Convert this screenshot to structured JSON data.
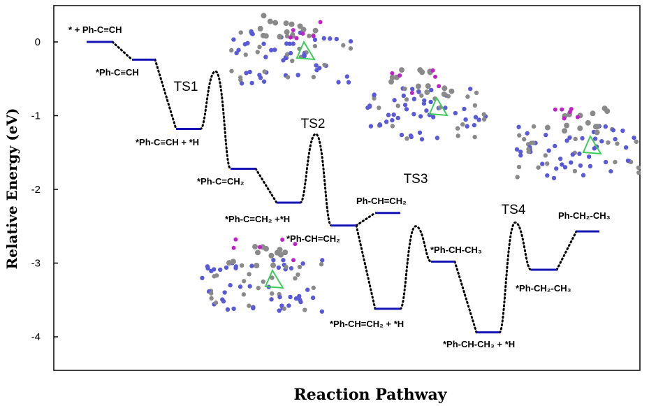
{
  "chart_data": {
    "type": "line",
    "xlabel": "Reaction Pathway",
    "ylabel": "Relative Energy (eV)",
    "ylim": [
      -4.5,
      0.5
    ],
    "yticks": [
      0,
      -1,
      -2,
      -3,
      -4
    ],
    "grid": false,
    "colors": {
      "level": "#1414b4",
      "connector": "#000000",
      "axis": "#000000"
    },
    "states": [
      {
        "label": "* + Ph-C≡CH",
        "energy": 0.0
      },
      {
        "label": "*Ph-C≡CH",
        "energy": -0.24
      },
      {
        "label": "*Ph-C≡CH + *H",
        "energy": -1.18
      },
      {
        "label": "*Ph-C=CH₂",
        "energy": -1.72
      },
      {
        "label": "*Ph-C=CH₂ +*H",
        "energy": -2.18
      },
      {
        "label": "*Ph-CH=CH₂",
        "energy": -2.49
      },
      {
        "label": "Ph-CH=CH₂",
        "energy": -2.32
      },
      {
        "label": "*Ph-CH=CH₂ + *H",
        "energy": -3.62
      },
      {
        "label": "*Ph-CH-CH₃",
        "energy": -2.98
      },
      {
        "label": "*Ph-CH-CH₃ + *H",
        "energy": -3.94
      },
      {
        "label": "*Ph-CH₂-CH₃",
        "energy": -3.09
      },
      {
        "label": "Ph-CH₂-CH₃",
        "energy": -2.57
      }
    ],
    "transition_states": [
      {
        "label": "TS1",
        "energy": -0.4
      },
      {
        "label": "TS2",
        "energy": -1.25
      },
      {
        "label": "TS3",
        "energy": -2.5
      },
      {
        "label": "TS4",
        "energy": -2.45
      }
    ]
  }
}
